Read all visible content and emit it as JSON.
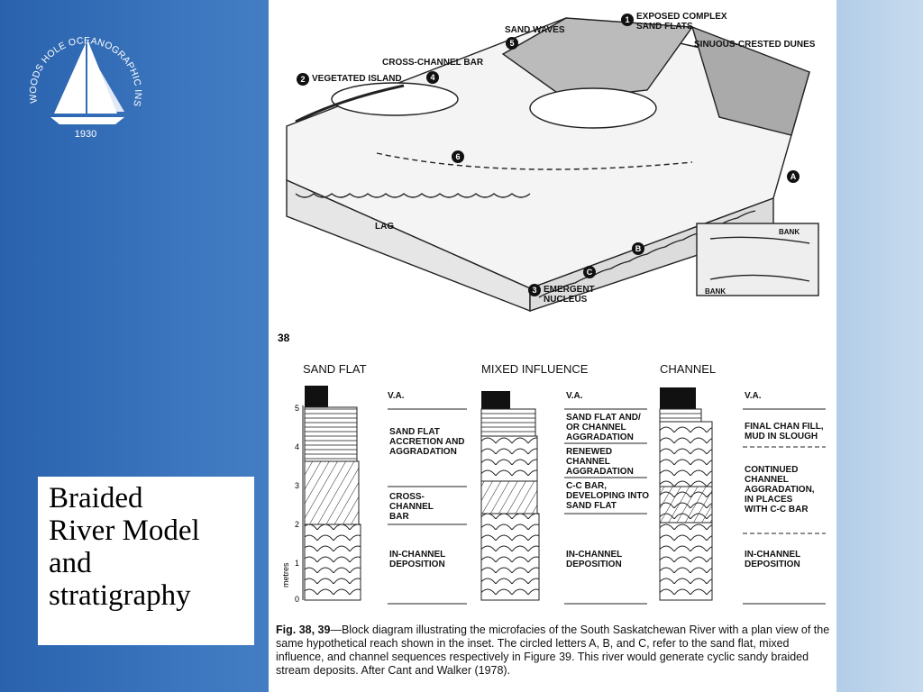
{
  "logo": {
    "text": "WOODS HOLE OCEANOGRAPHIC INSTITUTION",
    "year": "1930"
  },
  "slide_title": "Braided\nRiver Model\nand\nstratigraphy",
  "block_diagram": {
    "labels": {
      "exposed": "EXPOSED COMPLEX\nSAND FLATS",
      "sand_waves": "SAND WAVES",
      "sinuous": "SINUOUS-CRESTED DUNES",
      "cross_channel_bar": "CROSS-CHANNEL BAR",
      "vegetated": "VEGETATED ISLAND",
      "lag": "LAG",
      "emergent": "EMERGENT\nNUCLEUS",
      "bank1": "BANK",
      "bank2": "BANK"
    },
    "markers": [
      "1",
      "2",
      "3",
      "4",
      "5",
      "6",
      "A",
      "B",
      "C"
    ],
    "figure_number": "38"
  },
  "sections": {
    "columns": [
      {
        "title": "SAND FLAT",
        "va": "V.A.",
        "labels": [
          "SAND FLAT\nACCRETION AND\nAGGRADATION",
          "CROSS-\nCHANNEL\nBAR",
          "IN-CHANNEL\nDEPOSITION"
        ]
      },
      {
        "title": "MIXED INFLUENCE",
        "va": "V.A.",
        "labels": [
          "SAND FLAT AND/\nOR CHANNEL\nAGGRADATION",
          "RENEWED\nCHANNEL\nAGGRADATION",
          "C-C BAR,\nDEVELOPING INTO\nSAND FLAT",
          "IN-CHANNEL\nDEPOSITION"
        ]
      },
      {
        "title": "CHANNEL",
        "va": "V.A.",
        "labels": [
          "FINAL CHAN FILL,\nMUD IN SLOUGH",
          "CONTINUED\nCHANNEL\nAGGRADATION,\nIN PLACES\nWITH C-C BAR",
          "IN-CHANNEL\nDEPOSITION"
        ]
      }
    ],
    "scale_ticks": [
      "5",
      "4",
      "3",
      "2",
      "1",
      "0"
    ],
    "scale_unit": "metres"
  },
  "caption": {
    "bold": "Fig. 38, 39",
    "text": "—Block diagram illustrating the microfacies of the South Saskatchewan River with a plan view of the same hypothetical reach shown in the inset. The circled letters A, B, and C, refer to the sand flat, mixed influence, and channel sequences respectively in Figure 39. This river would generate cyclic sandy braided stream deposits. After Cant and Walker (1978)."
  },
  "colors": {
    "bg_left": "#2a62ad",
    "bg_right": "#c6daee",
    "ink": "#111111"
  }
}
